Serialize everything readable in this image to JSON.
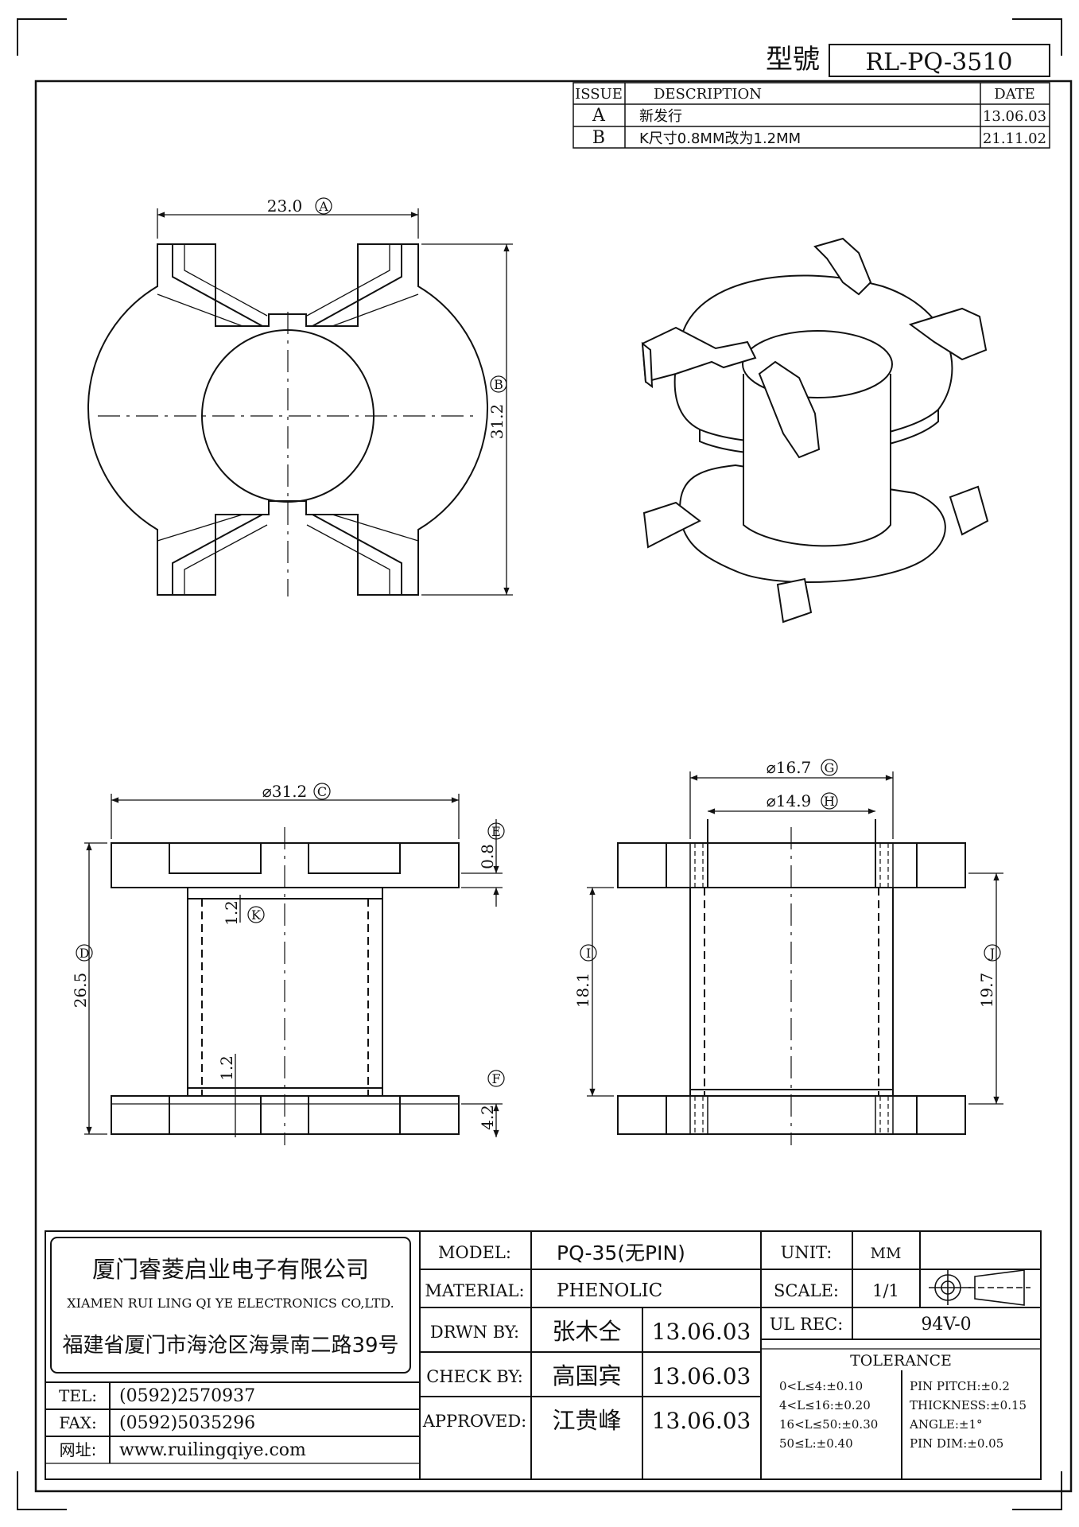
{
  "header": {
    "model_label": "型號",
    "model_number": "RL-PQ-3510"
  },
  "revision_table": {
    "headers": {
      "issue": "ISSUE",
      "description": "DESCRIPTION",
      "date": "DATE"
    },
    "rows": [
      {
        "issue": "A",
        "description": "新发行",
        "date": "13.06.03"
      },
      {
        "issue": "B",
        "description": "K尺寸0.8MM改为1.2MM",
        "date": "21.11.02"
      }
    ]
  },
  "dimensions": {
    "A": {
      "value": "23.0",
      "tag": "A"
    },
    "B": {
      "value": "31.2",
      "tag": "B"
    },
    "C": {
      "value": "⌀31.2",
      "tag": "C"
    },
    "D": {
      "value": "26.5",
      "tag": "D"
    },
    "E": {
      "value": "0.8",
      "tag": "E"
    },
    "F": {
      "value": "4.2",
      "tag": "F"
    },
    "G": {
      "value": "⌀16.7",
      "tag": "G"
    },
    "H": {
      "value": "⌀14.9",
      "tag": "H"
    },
    "I": {
      "value": "18.1",
      "tag": "I"
    },
    "J": {
      "value": "19.7",
      "tag": "J"
    },
    "K": {
      "value": "1.2",
      "tag": "K"
    },
    "K2": {
      "value": "1.2"
    }
  },
  "company": {
    "name_cn": "厦门睿菱启业电子有限公司",
    "name_en": "XIAMEN RUI LING QI YE ELECTRONICS CO,LTD.",
    "address": "福建省厦门市海沧区海景南二路39号",
    "tel_label": "TEL:",
    "tel": "(0592)2570937",
    "fax_label": "FAX:",
    "fax": "(0592)5035296",
    "web_label": "网址:",
    "web": "www.ruilingqiye.com"
  },
  "title_block": {
    "model_label": "MODEL:",
    "model": "PQ-35(无PIN)",
    "material_label": "MATERIAL:",
    "material": "PHENOLIC",
    "unit_label": "UNIT:",
    "unit": "MM",
    "scale_label": "SCALE:",
    "scale": "1/1",
    "ul_label": "UL REC:",
    "ul": "94V-0",
    "drawn_label": "DRWN BY:",
    "drawn_by": "张木仝",
    "drawn_date": "13.06.03",
    "check_label": "CHECK BY:",
    "check_by": "高国宾",
    "check_date": "13.06.03",
    "approved_label": "APPROVED:",
    "approved_by": "江贵峰",
    "approved_date": "13.06.03",
    "tolerance_title": "TOLERANCE",
    "tolerance_lengths": [
      "0<L≤4:±0.10",
      "4<L≤16:±0.20",
      "16<L≤50:±0.30",
      "50≤L:±0.40"
    ],
    "tolerance_other": [
      "PIN PITCH:±0.2",
      "THICKNESS:±0.15",
      "ANGLE:±1°",
      "PIN DIM:±0.05"
    ]
  }
}
